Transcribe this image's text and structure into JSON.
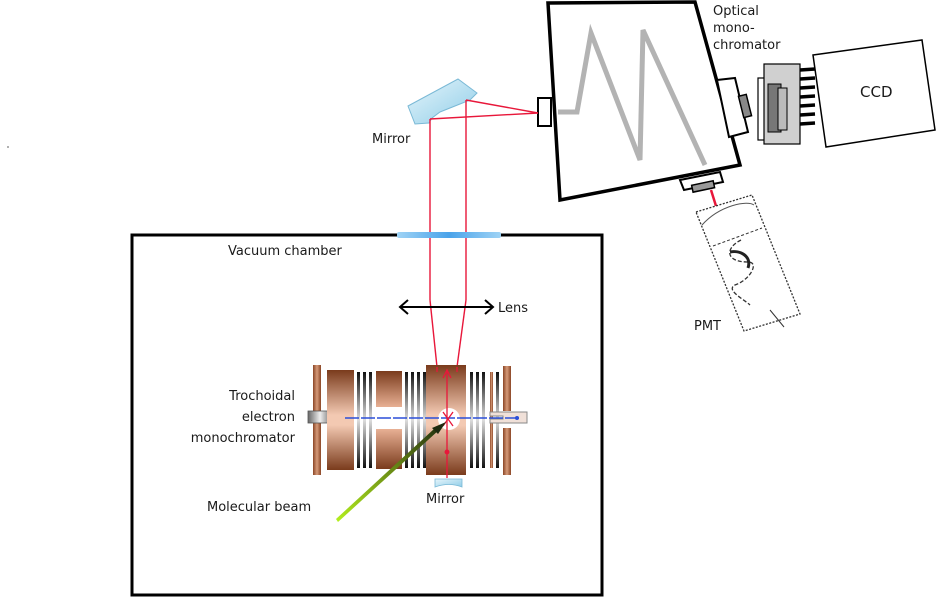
{
  "diagram": {
    "title": "Electron-impact optical emission spectroscopy setup",
    "labels": {
      "optical_monochromator": [
        "Optical",
        "mono-",
        "chromator"
      ],
      "ccd": "CCD",
      "pmt": "PMT",
      "mirror_upper": "Mirror",
      "vacuum_chamber": "Vacuum chamber",
      "lens": "Lens",
      "trochoidal": [
        "Trochoidal",
        "electron",
        "monochromator"
      ],
      "molecular_beam": "Molecular beam",
      "mirror_lower": "Mirror"
    },
    "colors": {
      "light_path": "#e8173a",
      "electron_beam": "#2b4fd8",
      "molecular_beam_start": "#b4f01e",
      "molecular_beam_end": "#1e2a10",
      "copper_dark": "#7a3b1c",
      "copper_light": "#f3c9b2",
      "mirror_glass": "#bfe3f3",
      "window_glass": "#6ab7ee",
      "grating_path": "#b3b3b3",
      "outline": "#000000"
    }
  }
}
